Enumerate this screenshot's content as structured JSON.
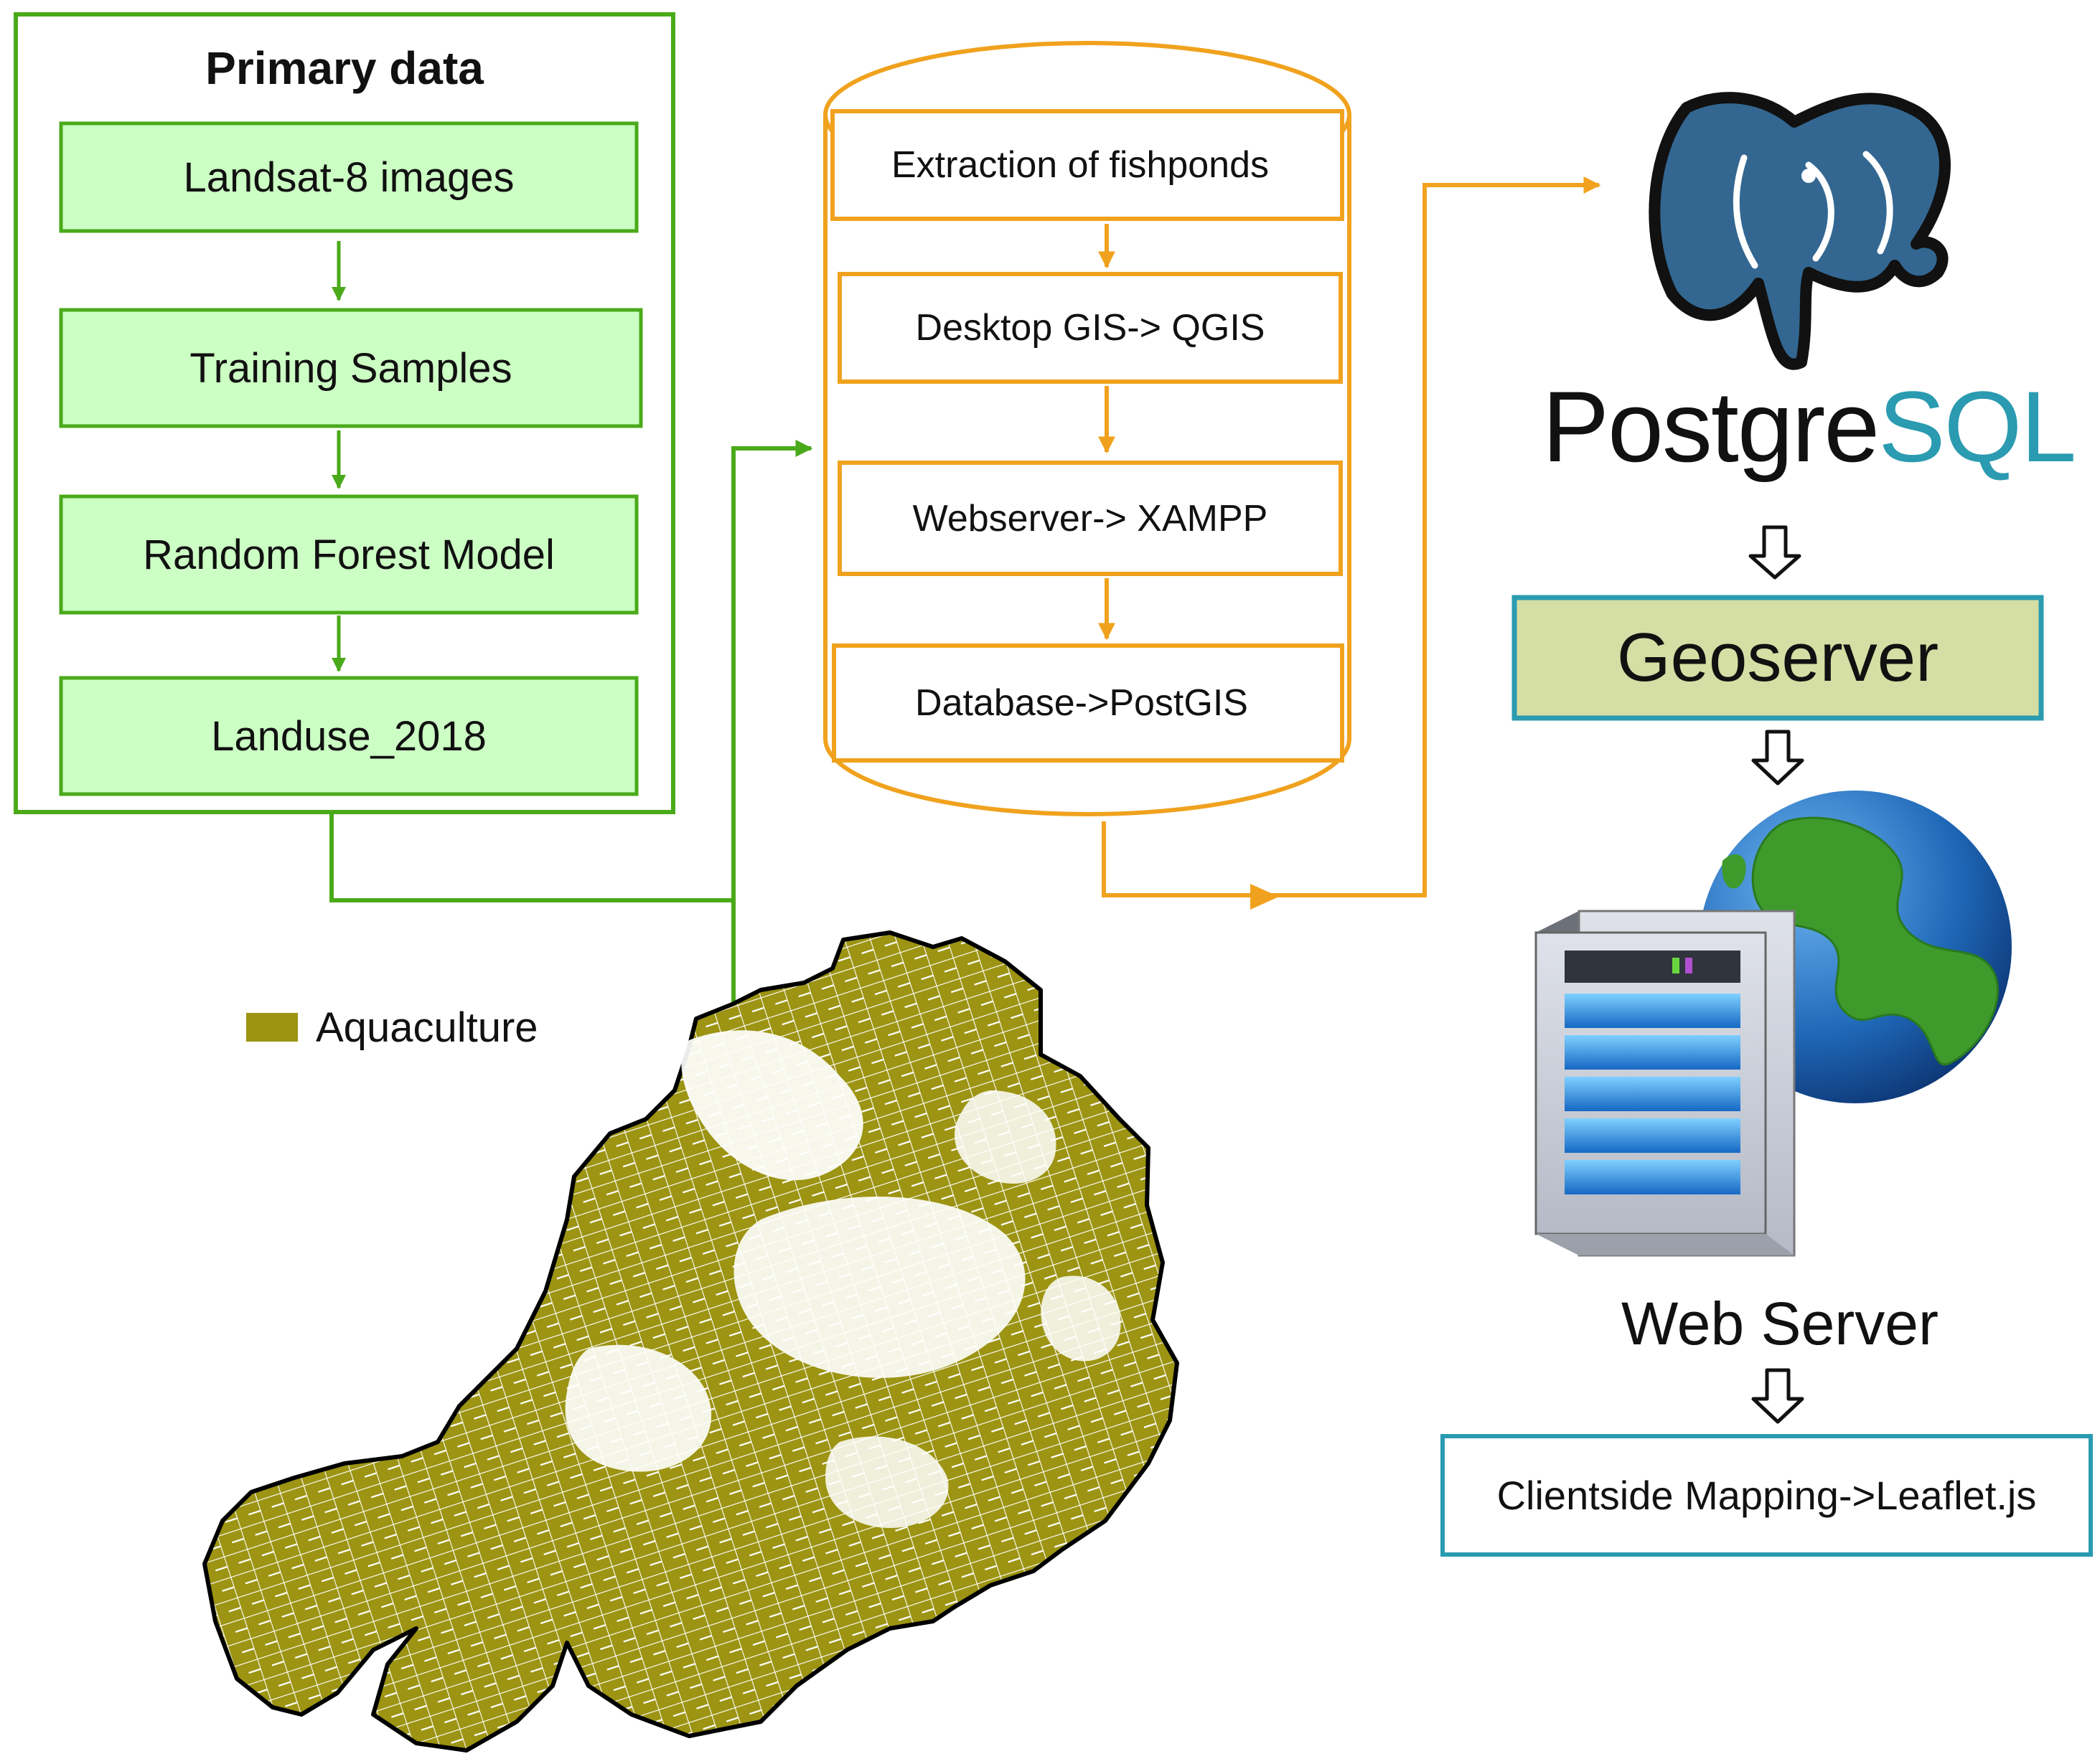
{
  "primary": {
    "title": "Primary data",
    "steps": [
      "Landsat-8 images",
      "Training Samples",
      "Random Forest Model",
      "Landuse_2018"
    ]
  },
  "processing": {
    "steps": [
      "Extraction of fishponds",
      "Desktop GIS-> QGIS",
      "Webserver-> XAMPP",
      "Database->PostGIS"
    ]
  },
  "server": {
    "postgres_logo_a": "Postgre",
    "postgres_logo_b": "SQL",
    "geoserver": "Geoserver",
    "web_server": "Web Server",
    "client": "Clientside Mapping->Leaflet.js"
  },
  "map": {
    "legend_label": "Aquaculture"
  },
  "colors": {
    "green": "#4aaa1a",
    "green_fill": "#ccffc4",
    "orange": "#f0a21e",
    "aqua": "#9c9412",
    "teal": "#2a9bb0",
    "geo_fill": "#d5dea4",
    "pg_blue": "#336791"
  }
}
